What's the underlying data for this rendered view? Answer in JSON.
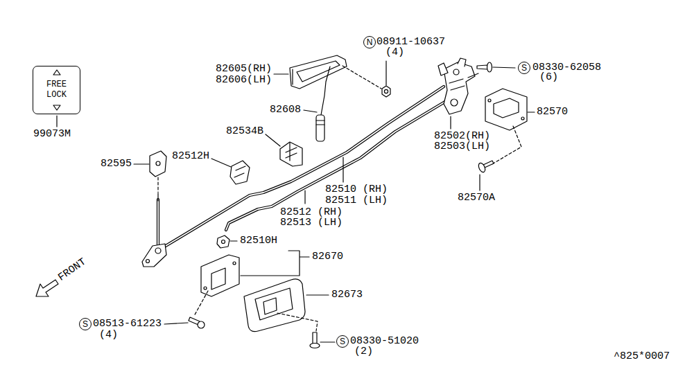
{
  "diagram": {
    "nodes": [
      {
        "text": [
          "N"
        ]
      },
      {
        "text": [
          "S"
        ]
      },
      {
        "text": [
          "FREE LOCK"
        ]
      },
      {
        "text": [
          "S"
        ]
      },
      {
        "text": [
          "S"
        ]
      }
    ],
    "labels": [
      "08911-10637",
      "(4)",
      "82605(RH)",
      "08330-62058",
      "82606(LH)",
      "(6)",
      "82608",
      "82570",
      "82534B",
      "99073M",
      "82502(RH)",
      "82503(LH)",
      "82512H",
      "82595",
      "82510 (RH)",
      "82570A",
      "82511 (LH)",
      "82512 (RH)",
      "82513 (LH)",
      "82510H",
      "82670",
      "FRONT",
      "82673",
      "08513-61223",
      "(4)",
      "08330-51020",
      "(2)",
      "^825*0007"
    ]
  }
}
